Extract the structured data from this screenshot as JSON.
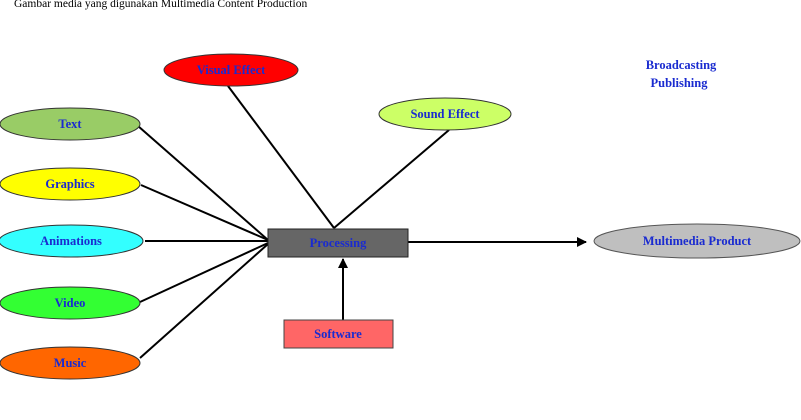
{
  "caption": "Gambar media yang digunakan Multimedia Content Production",
  "nodes": {
    "text": {
      "label": "Text",
      "fill": "#99cc66",
      "text_color": "#1a2bd0"
    },
    "graphics": {
      "label": "Graphics",
      "fill": "#ffff00",
      "text_color": "#1a2bd0"
    },
    "animations": {
      "label": "Animations",
      "fill": "#33ffff",
      "text_color": "#1a2bd0"
    },
    "video": {
      "label": "Video",
      "fill": "#33ff33",
      "text_color": "#1a2bd0"
    },
    "music": {
      "label": "Music",
      "fill": "#ff6600",
      "text_color": "#1a2bd0"
    },
    "visual_effect": {
      "label": "Visual Effect",
      "fill": "#ff0000",
      "text_color": "#1a2bd0"
    },
    "sound_effect": {
      "label": "Sound Effect",
      "fill": "#ccff66",
      "text_color": "#1a2bd0"
    },
    "processing": {
      "label": "Processing",
      "fill": "#666666",
      "text_color": "#1a2bd0"
    },
    "software": {
      "label": "Software",
      "fill": "#ff6666",
      "text_color": "#1a2bd0"
    },
    "multimedia_product": {
      "label": "Multimedia Product",
      "fill": "#bfbfbf",
      "text_color": "#1a2bd0"
    }
  },
  "outputs": {
    "line1": "Broadcasting",
    "line2": "Publishing",
    "text_color": "#1a2bd0"
  }
}
